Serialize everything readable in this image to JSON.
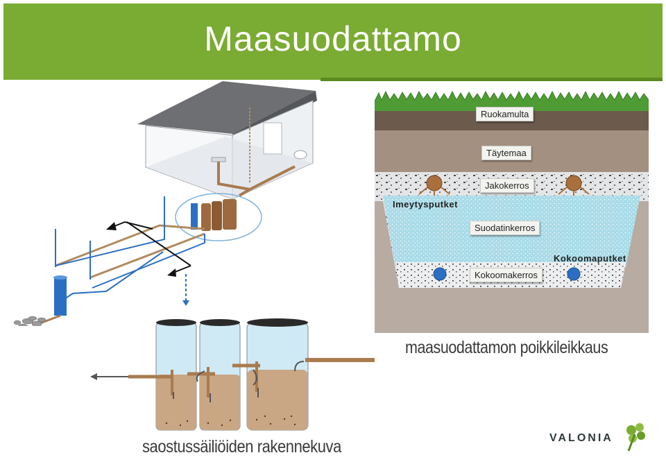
{
  "header": {
    "title": "Maasuodattamo"
  },
  "cross_section": {
    "layers": {
      "topsoil": "Ruokamulta",
      "fill": "Täytemaa",
      "distribution": "Jakokerros",
      "infiltration_pipes": "Imeytysputket",
      "filter": "Suodatinkerros",
      "collector_pipes": "Kokoomaputket",
      "collection": "Kokoomakerros"
    },
    "caption": "maasuodattamon poikkileikkaus"
  },
  "septic_tanks": {
    "caption": "saostussäiliöiden rakennekuva"
  },
  "logo": {
    "text": "VALONIA"
  },
  "colors": {
    "header_green": "#7aab33",
    "water_blue": "#a9dbe8",
    "pipe_brown": "#a97b4f",
    "soil_brown": "#a39080",
    "pipe_blue": "#2b6fc4"
  }
}
